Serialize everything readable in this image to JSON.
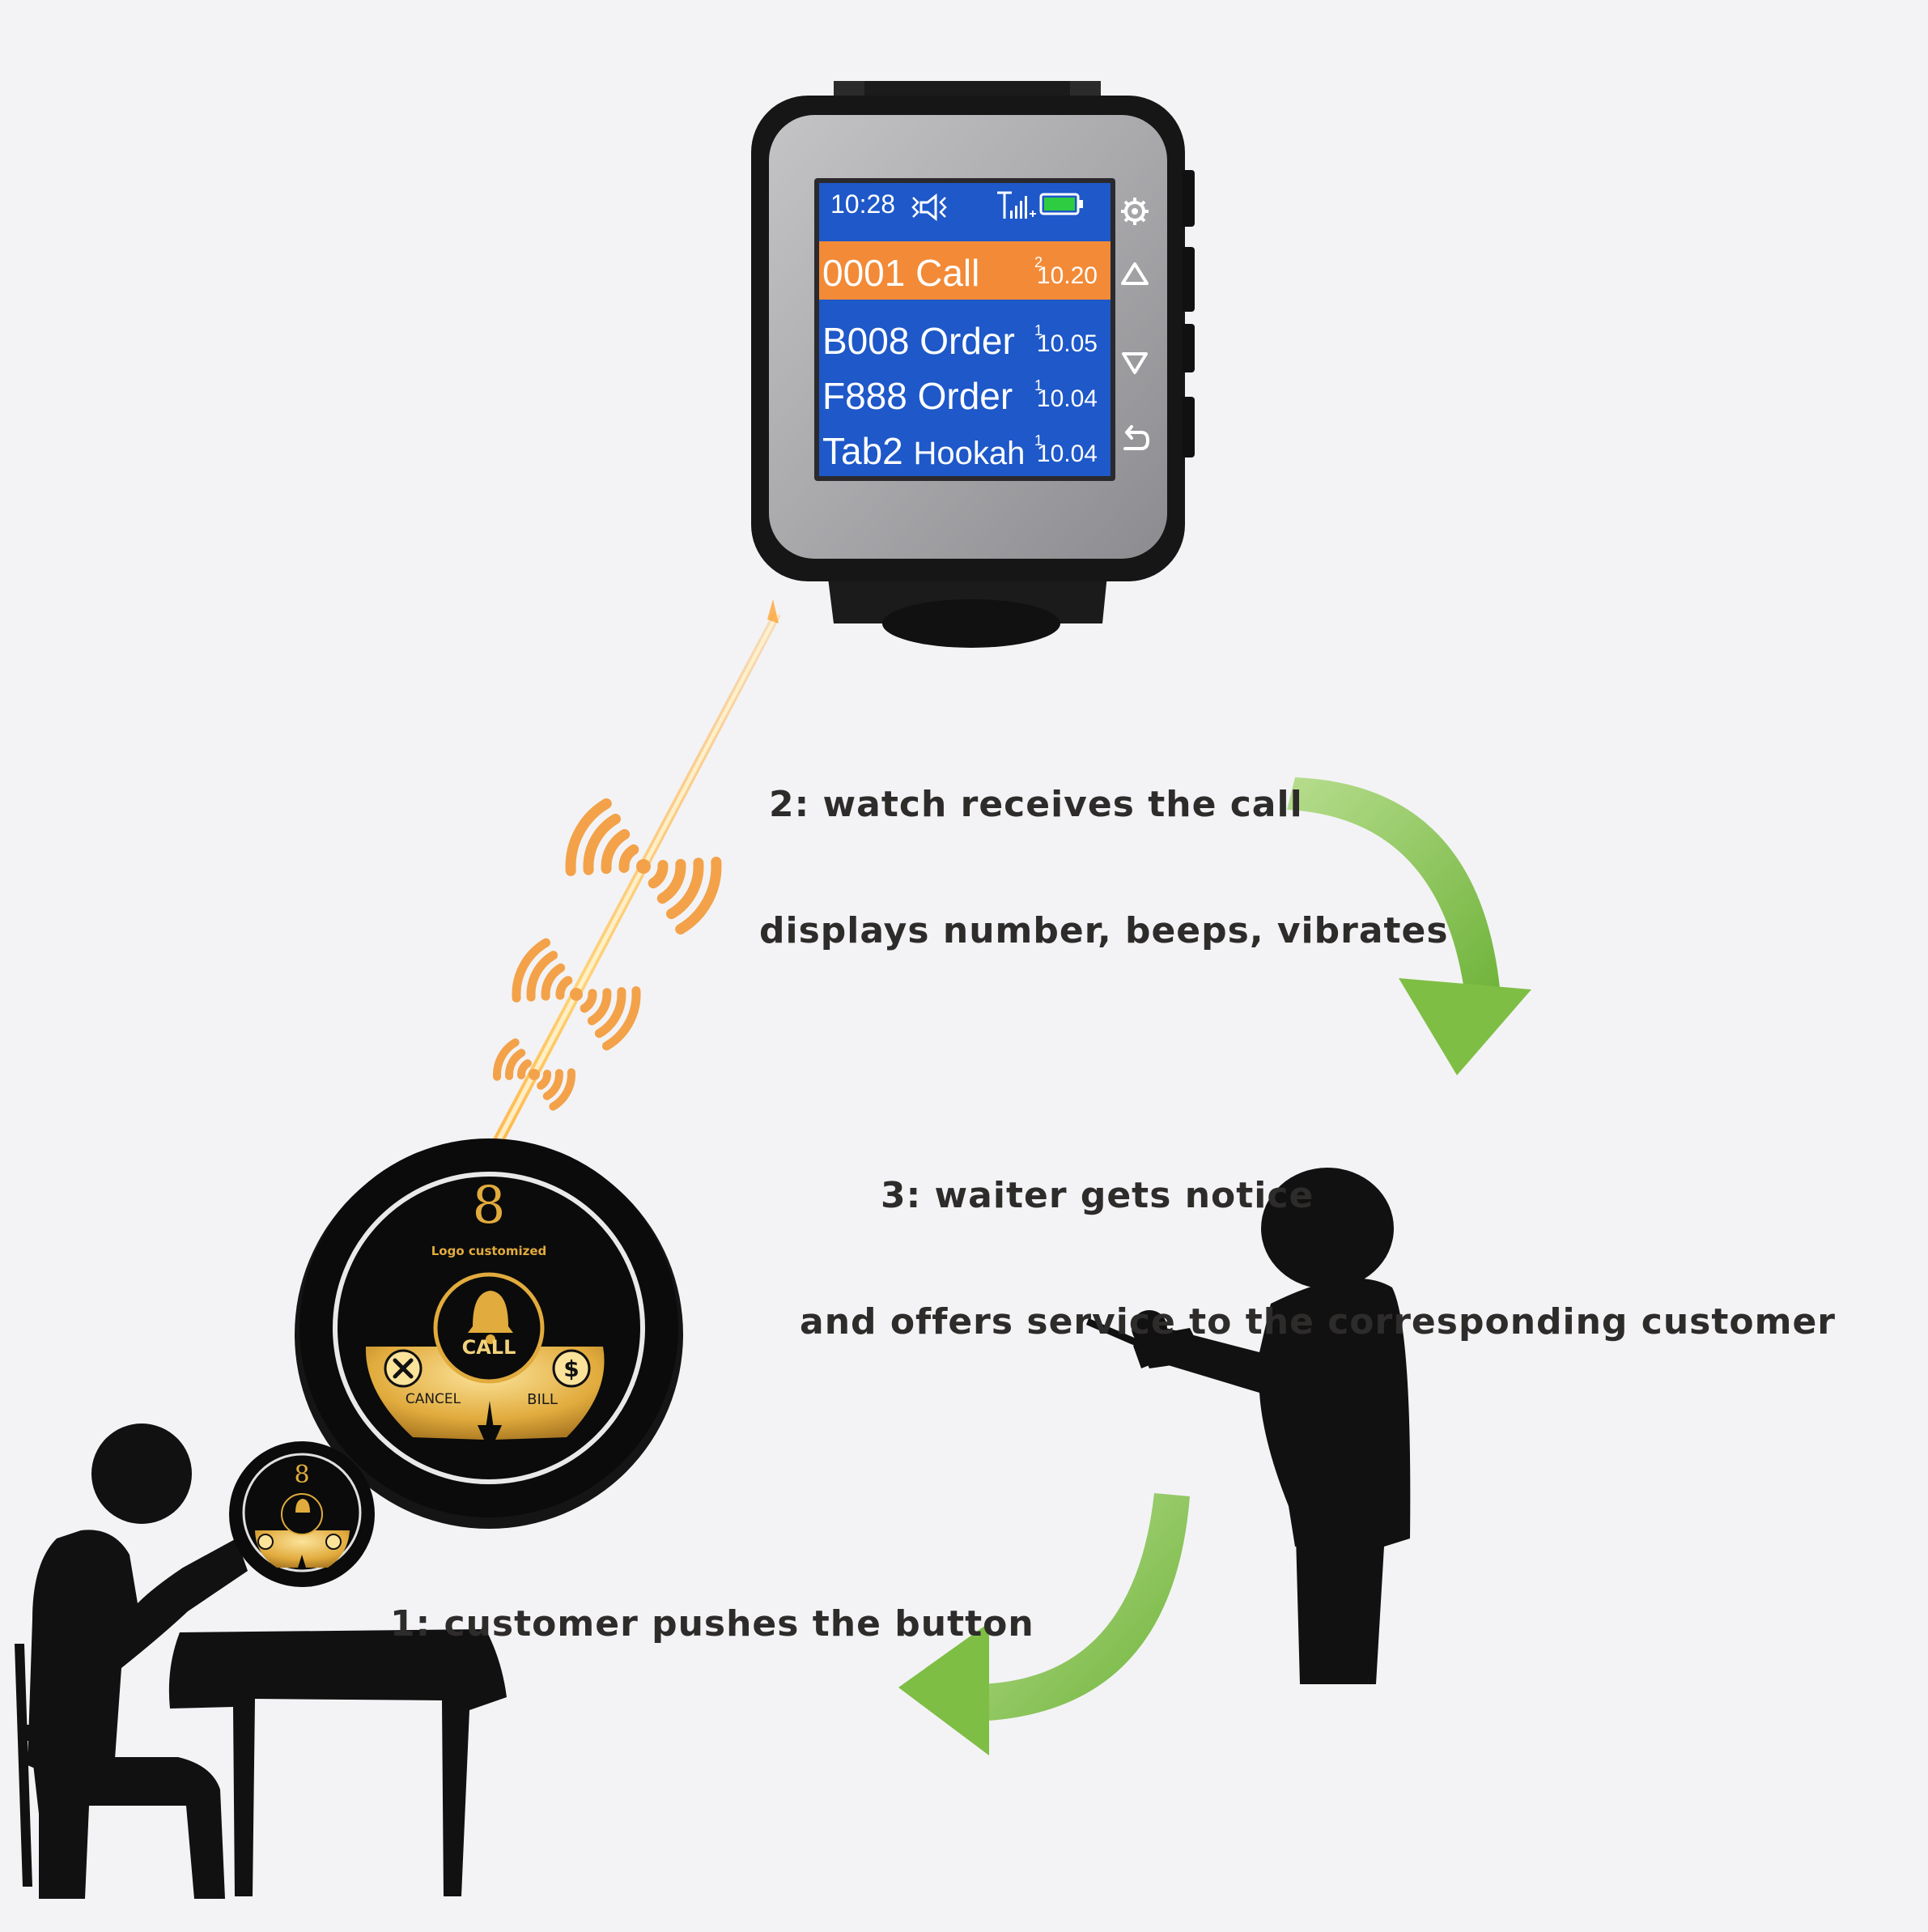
{
  "captions": {
    "step2_line1": "2: watch receives the call",
    "step2_line2": "displays number, beeps, vibrates",
    "step3_line1": "3: waiter gets notice",
    "step3_line2": "and offers service to the corresponding customer",
    "step1": "1: customer pushes the button"
  },
  "watch": {
    "time": "10:28",
    "status_icons": [
      "vibrate-mute-icon",
      "signal-icon",
      "battery-icon"
    ],
    "side_icons": [
      "gear-icon",
      "up-triangle-icon",
      "down-triangle-icon",
      "back-icon"
    ],
    "rows": [
      {
        "label": "0001 Call",
        "count": "2",
        "time": "10.20",
        "active": true
      },
      {
        "label": "B008 Order",
        "count": "1",
        "time": "10.05",
        "active": false
      },
      {
        "label": "F888 Order",
        "count": "1",
        "time": "10.04",
        "active": false
      },
      {
        "label_main": "Tab2",
        "label_sub": "Hookah",
        "count": "1",
        "time": "10.04",
        "active": false
      }
    ],
    "colors": {
      "screen": "#1e58c9",
      "highlight": "#f28a37",
      "battery": "#2ecc40"
    }
  },
  "call_button": {
    "logo_numeral": "8",
    "logo_text": "Logo customized",
    "center_label": "CALL",
    "left_label": "CANCEL",
    "right_label": "BILL",
    "colors": {
      "body": "#111111",
      "gold": "#e7b94a"
    }
  },
  "arrows": {
    "color": "#86c24a",
    "light": "#b5dc8a"
  },
  "signal": {
    "color": "#f39a3b"
  }
}
